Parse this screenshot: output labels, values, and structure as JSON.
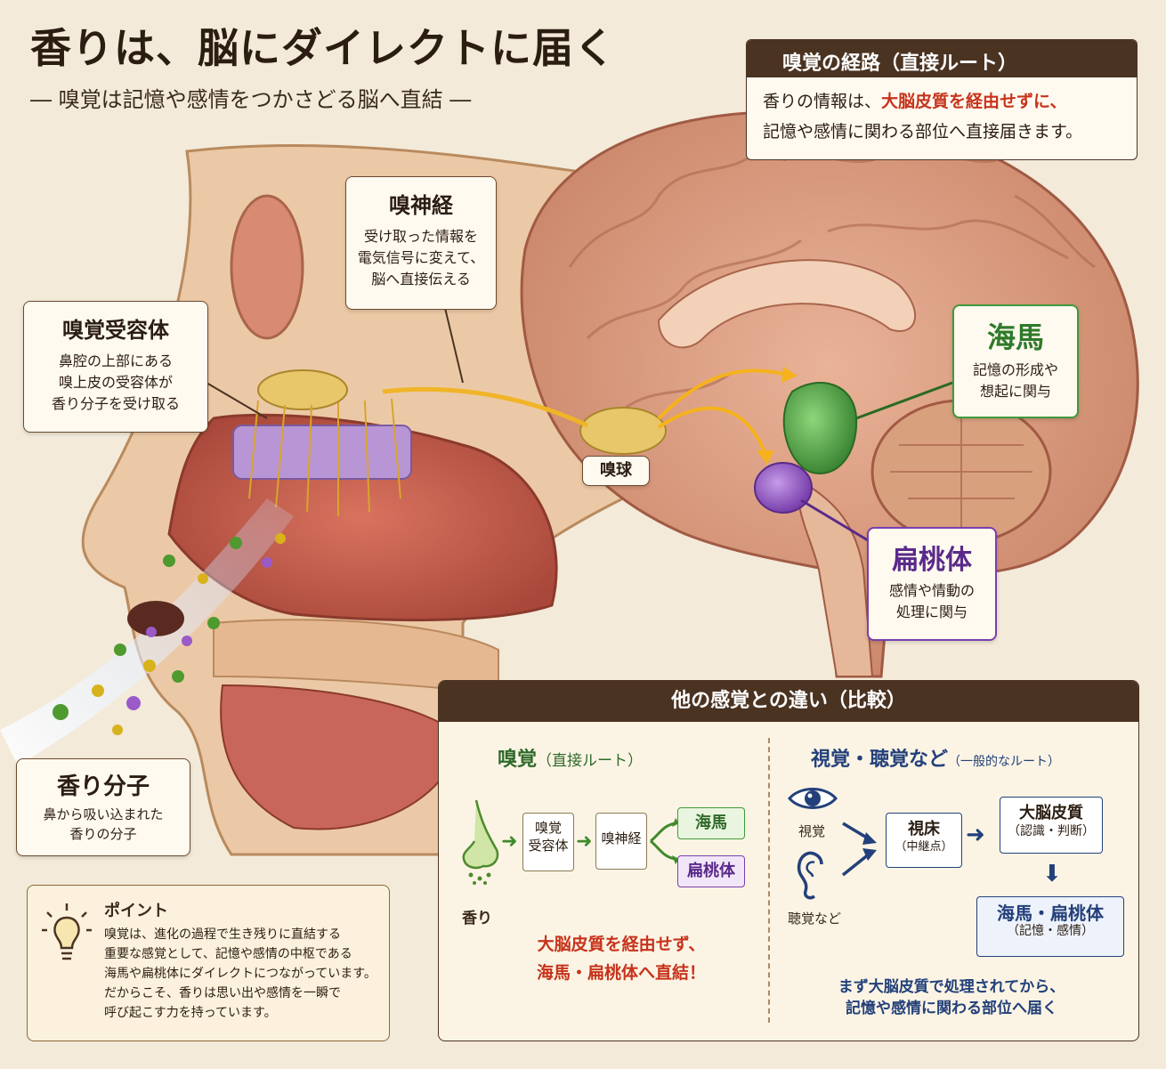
{
  "title": "香りは、脳にダイレクトに届く",
  "subtitle": "― 嗅覚は記憶や感情をつかさどる脳へ直結 ―",
  "route": {
    "heading": "嗅覚の経路（直接ルート）",
    "line1_pre": "香りの情報は、",
    "line1_red": "大脳皮質を経由せずに、",
    "line2": "記憶や感情に関わる部位へ直接届きます。"
  },
  "olfactory_nerve": {
    "title": "嗅神経",
    "lines": [
      "受け取った情報を",
      "電気信号に変えて、",
      "脳へ直接伝える"
    ]
  },
  "receptor": {
    "title": "嗅覚受容体",
    "lines": [
      "鼻腔の上部にある",
      "嗅上皮の受容体が",
      "香り分子を受け取る"
    ]
  },
  "bulb_label": "嗅球",
  "hippocampus": {
    "title": "海馬",
    "lines": [
      "記憶の形成や",
      "想起に関与"
    ]
  },
  "amygdala": {
    "title": "扁桃体",
    "lines": [
      "感情や情動の",
      "処理に関与"
    ]
  },
  "molecule": {
    "title": "香り分子",
    "lines": [
      "鼻から吸い込まれた",
      "香りの分子"
    ]
  },
  "point": {
    "title": "ポイント",
    "lines": [
      "嗅覚は、進化の過程で生き残りに直結する",
      "重要な感覚として、記憶や感情の中枢である",
      "海馬や扁桃体にダイレクトにつながっています。",
      "だからこそ、香りは思い出や感情を一瞬で",
      "呼び起こす力を持っています。"
    ]
  },
  "compare": {
    "heading": "他の感覚との違い（比較）",
    "left_title": "嗅覚",
    "left_sub": "（直接ルート）",
    "scent_label": "香り",
    "box_receptor": [
      "嗅覚",
      "受容体"
    ],
    "box_nerve": "嗅神経",
    "box_hippo": "海馬",
    "box_amyg": "扁桃体",
    "left_note": [
      "大脳皮質を経由せず、",
      "海馬・扁桃体へ直結！"
    ],
    "right_title": "視覚・聴覚など",
    "right_sub": "（一般的なルート）",
    "vision": "視覚",
    "hearing": "聴覚など",
    "thalamus": "視床",
    "thalamus_sub": "（中継点）",
    "cortex": "大脳皮質",
    "cortex_sub": "（認識・判断）",
    "limbic": "海馬・扁桃体",
    "limbic_sub": "（記憶・感情）",
    "right_note": [
      "まず大脳皮質で処理されてから、",
      "記憶や感情に関わる部位へ届く"
    ]
  },
  "colors": {
    "accent_brown": "#4b3322",
    "hippocampus_green": "#3f9a3a",
    "amygdala_purple": "#7a3fb0",
    "highlight_red": "#c7331c",
    "navy": "#23407a"
  }
}
